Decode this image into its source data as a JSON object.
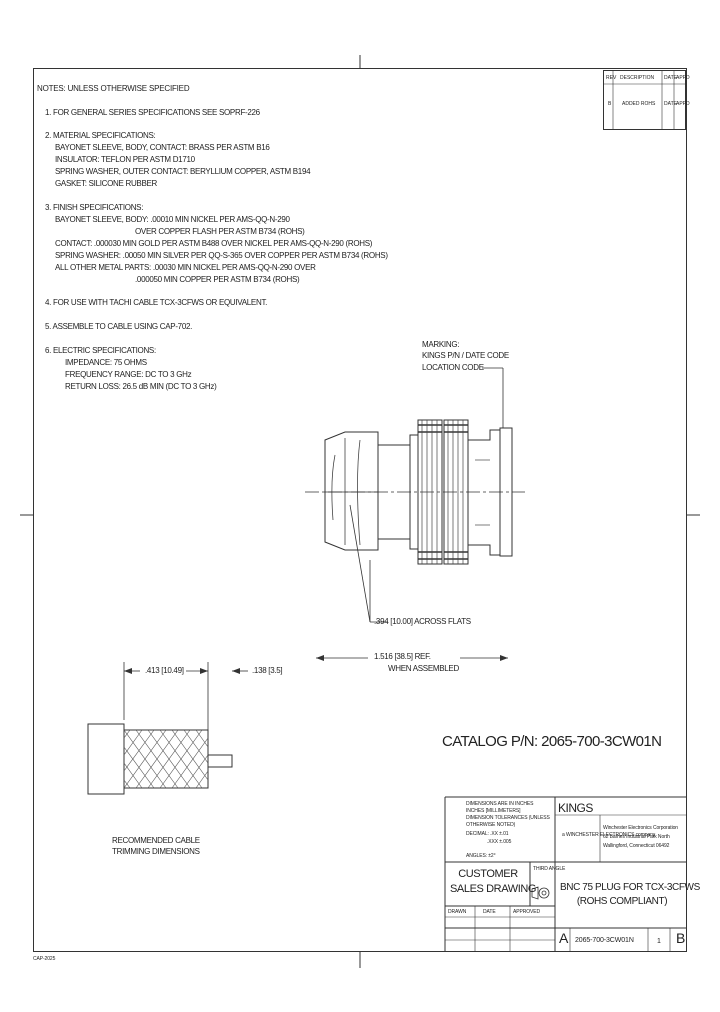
{
  "notes": {
    "title": "NOTES: UNLESS OTHERWISE SPECIFIED",
    "lines": [
      "1. FOR GENERAL SERIES SPECIFICATIONS SEE SOPRF-226",
      "2. MATERIAL SPECIFICATIONS:",
      "BAYONET SLEEVE, BODY, CONTACT: BRASS PER ASTM B16",
      "INSULATOR: TEFLON PER ASTM D1710",
      "SPRING WASHER, OUTER CONTACT: BERYLLIUM COPPER, ASTM B194",
      "GASKET: SILICONE RUBBER",
      "3. FINISH SPECIFICATIONS:",
      "BAYONET SLEEVE, BODY: .00010 MIN NICKEL PER AMS-QQ-N-290",
      "OVER COPPER FLASH PER ASTM B734 (ROHS)",
      "CONTACT: .000030 MIN GOLD PER ASTM B488 OVER NICKEL PER AMS-QQ-N-290 (ROHS)",
      "SPRING WASHER: .00050 MIN SILVER PER QQ-S-365 OVER COPPER PER ASTM B734 (ROHS)",
      "ALL OTHER METAL PARTS: .00030 MIN NICKEL PER AMS-QQ-N-290 OVER",
      ".000050 MIN COPPER PER ASTM B734 (ROHS)",
      "4. FOR USE WITH TACHI CABLE TCX-3CFWS OR EQUIVALENT.",
      "5. ASSEMBLE TO CABLE USING CAP-702.",
      "6. ELECTRIC SPECIFICATIONS:",
      "IMPEDANCE: 75 OHMS",
      "FREQUENCY RANGE: DC TO 3 GHz",
      "RETURN LOSS: 26.5 dB MIN (DC TO 3 GHz)"
    ]
  },
  "revision_block": {
    "headers": [
      "REV",
      "DESCRIPTION",
      "DATE",
      "APPD"
    ],
    "row": [
      "B",
      "ADDED ROHS",
      "DATE",
      "APPD"
    ]
  },
  "drawing": {
    "marking_label": [
      "MARKING:",
      "KINGS P/N / DATE CODE",
      "LOCATION CODE"
    ],
    "flats_label": ".394 [10.00] ACROSS FLATS",
    "overall_length": "1.516 [38.5] REF.",
    "overall_length_note": "WHEN ASSEMBLED",
    "dim_left": ".413 [10.49]",
    "dim_right": ".138 [3.5]",
    "trim_caption": [
      "RECOMMENDED CABLE",
      "TRIMMING DIMENSIONS"
    ]
  },
  "catalog": "CATALOG P/N: 2065-700-3CW01N",
  "title_block": {
    "tolerances": [
      "DIMENSIONS ARE IN INCHES",
      "INCHES [MILLIMETERS]",
      "DIMENSION TOLERANCES (UNLESS",
      "OTHERWISE NOTED)",
      "DECIMAL:  .XX  ±.01",
      ".XXX ±.005",
      "ANGLES: ±2°"
    ],
    "company_logo": "KINGS",
    "division": "a WINCHESTER ELECTRONICS company",
    "company_address": [
      "Winchester Electronics Corporation",
      "62 Barnes Industrial Park North",
      "Wallingford, Connecticut 06492"
    ],
    "drawing_type_1": "CUSTOMER",
    "drawing_type_2": "SALES DRAWING",
    "third_angle": "THIRD ANGLE",
    "title_line_1": "BNC 75 PLUG FOR TCX-3CFWS",
    "title_line_2": "(ROHS COMPLIANT)",
    "drawn": "DRAWN",
    "date": "DATE",
    "approved": "APPROVED",
    "size": "A",
    "dwg_no": "2065-700-3CW01N",
    "rev": "B",
    "sheet": "1"
  },
  "footer_code": "CAP-2025"
}
